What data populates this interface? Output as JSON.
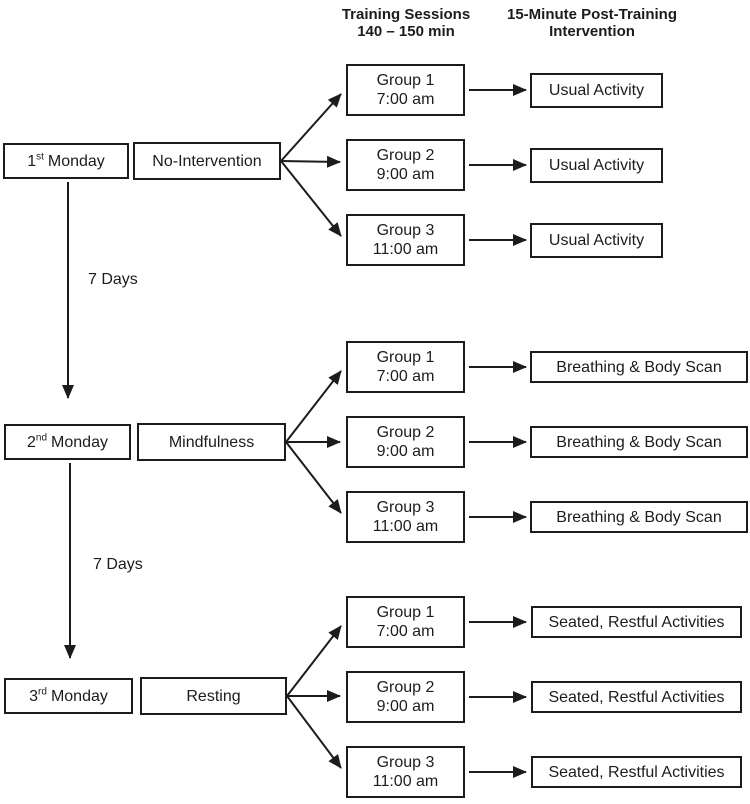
{
  "title": "Study design flowchart",
  "columns": {
    "training_header_line1": "Training Sessions",
    "training_header_line2": "140 – 150 min",
    "post_header_line1": "15-Minute Post-Training",
    "post_header_line2": "Intervention"
  },
  "sections": [
    {
      "monday_ordinal": "1",
      "monday_suffix": "st",
      "monday_word": "Monday",
      "intervention": "No-Intervention",
      "gap_to_next": "7 Days",
      "groups": [
        {
          "name": "Group 1",
          "time": "7:00 am",
          "post": "Usual Activity"
        },
        {
          "name": "Group 2",
          "time": "9:00 am",
          "post": "Usual Activity"
        },
        {
          "name": "Group 3",
          "time": "11:00 am",
          "post": "Usual Activity"
        }
      ]
    },
    {
      "monday_ordinal": "2",
      "monday_suffix": "nd",
      "monday_word": "Monday",
      "intervention": "Mindfulness",
      "gap_to_next": "7 Days",
      "groups": [
        {
          "name": "Group 1",
          "time": "7:00 am",
          "post": "Breathing & Body Scan"
        },
        {
          "name": "Group 2",
          "time": "9:00 am",
          "post": "Breathing & Body Scan"
        },
        {
          "name": "Group 3",
          "time": "11:00 am",
          "post": "Breathing & Body Scan"
        }
      ]
    },
    {
      "monday_ordinal": "3",
      "monday_suffix": "rd",
      "monday_word": "Monday",
      "intervention": "Resting",
      "groups": [
        {
          "name": "Group 1",
          "time": "7:00 am",
          "post": "Seated, Restful Activities"
        },
        {
          "name": "Group 2",
          "time": "9:00 am",
          "post": "Seated, Restful Activities"
        },
        {
          "name": "Group 3",
          "time": "11:00 am",
          "post": "Seated, Restful Activities"
        }
      ]
    }
  ],
  "colors": {
    "line": "#1c1c1c",
    "box_border": "#1c1c1c",
    "background": "#ffffff"
  }
}
